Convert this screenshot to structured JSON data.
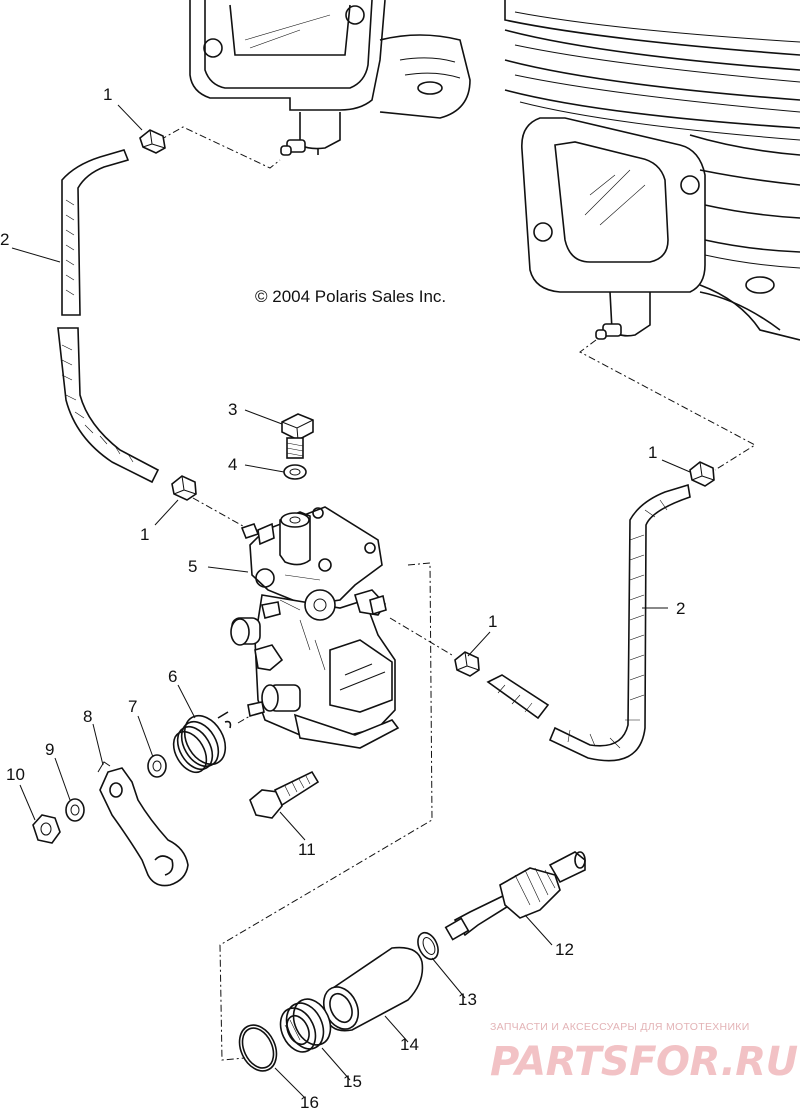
{
  "copyright": "© 2004 Polaris Sales Inc.",
  "watermark": {
    "tagline": "ЗАПЧАСТИ И АКСЕССУАРЫ ДЛЯ МОТОТЕХНИКИ",
    "brand": "PARTSFOR.RU",
    "color": "#e8a4a8"
  },
  "callouts": {
    "c1_top": "1",
    "c1_left": "1",
    "c1_right": "1",
    "c1_mid": "1",
    "c2_left": "2",
    "c2_right": "2",
    "c3": "3",
    "c4": "4",
    "c5": "5",
    "c6": "6",
    "c7": "7",
    "c8": "8",
    "c9": "9",
    "c10": "10",
    "c11": "11",
    "c12": "12",
    "c13": "13",
    "c14": "14",
    "c15": "15",
    "c16": "16"
  }
}
